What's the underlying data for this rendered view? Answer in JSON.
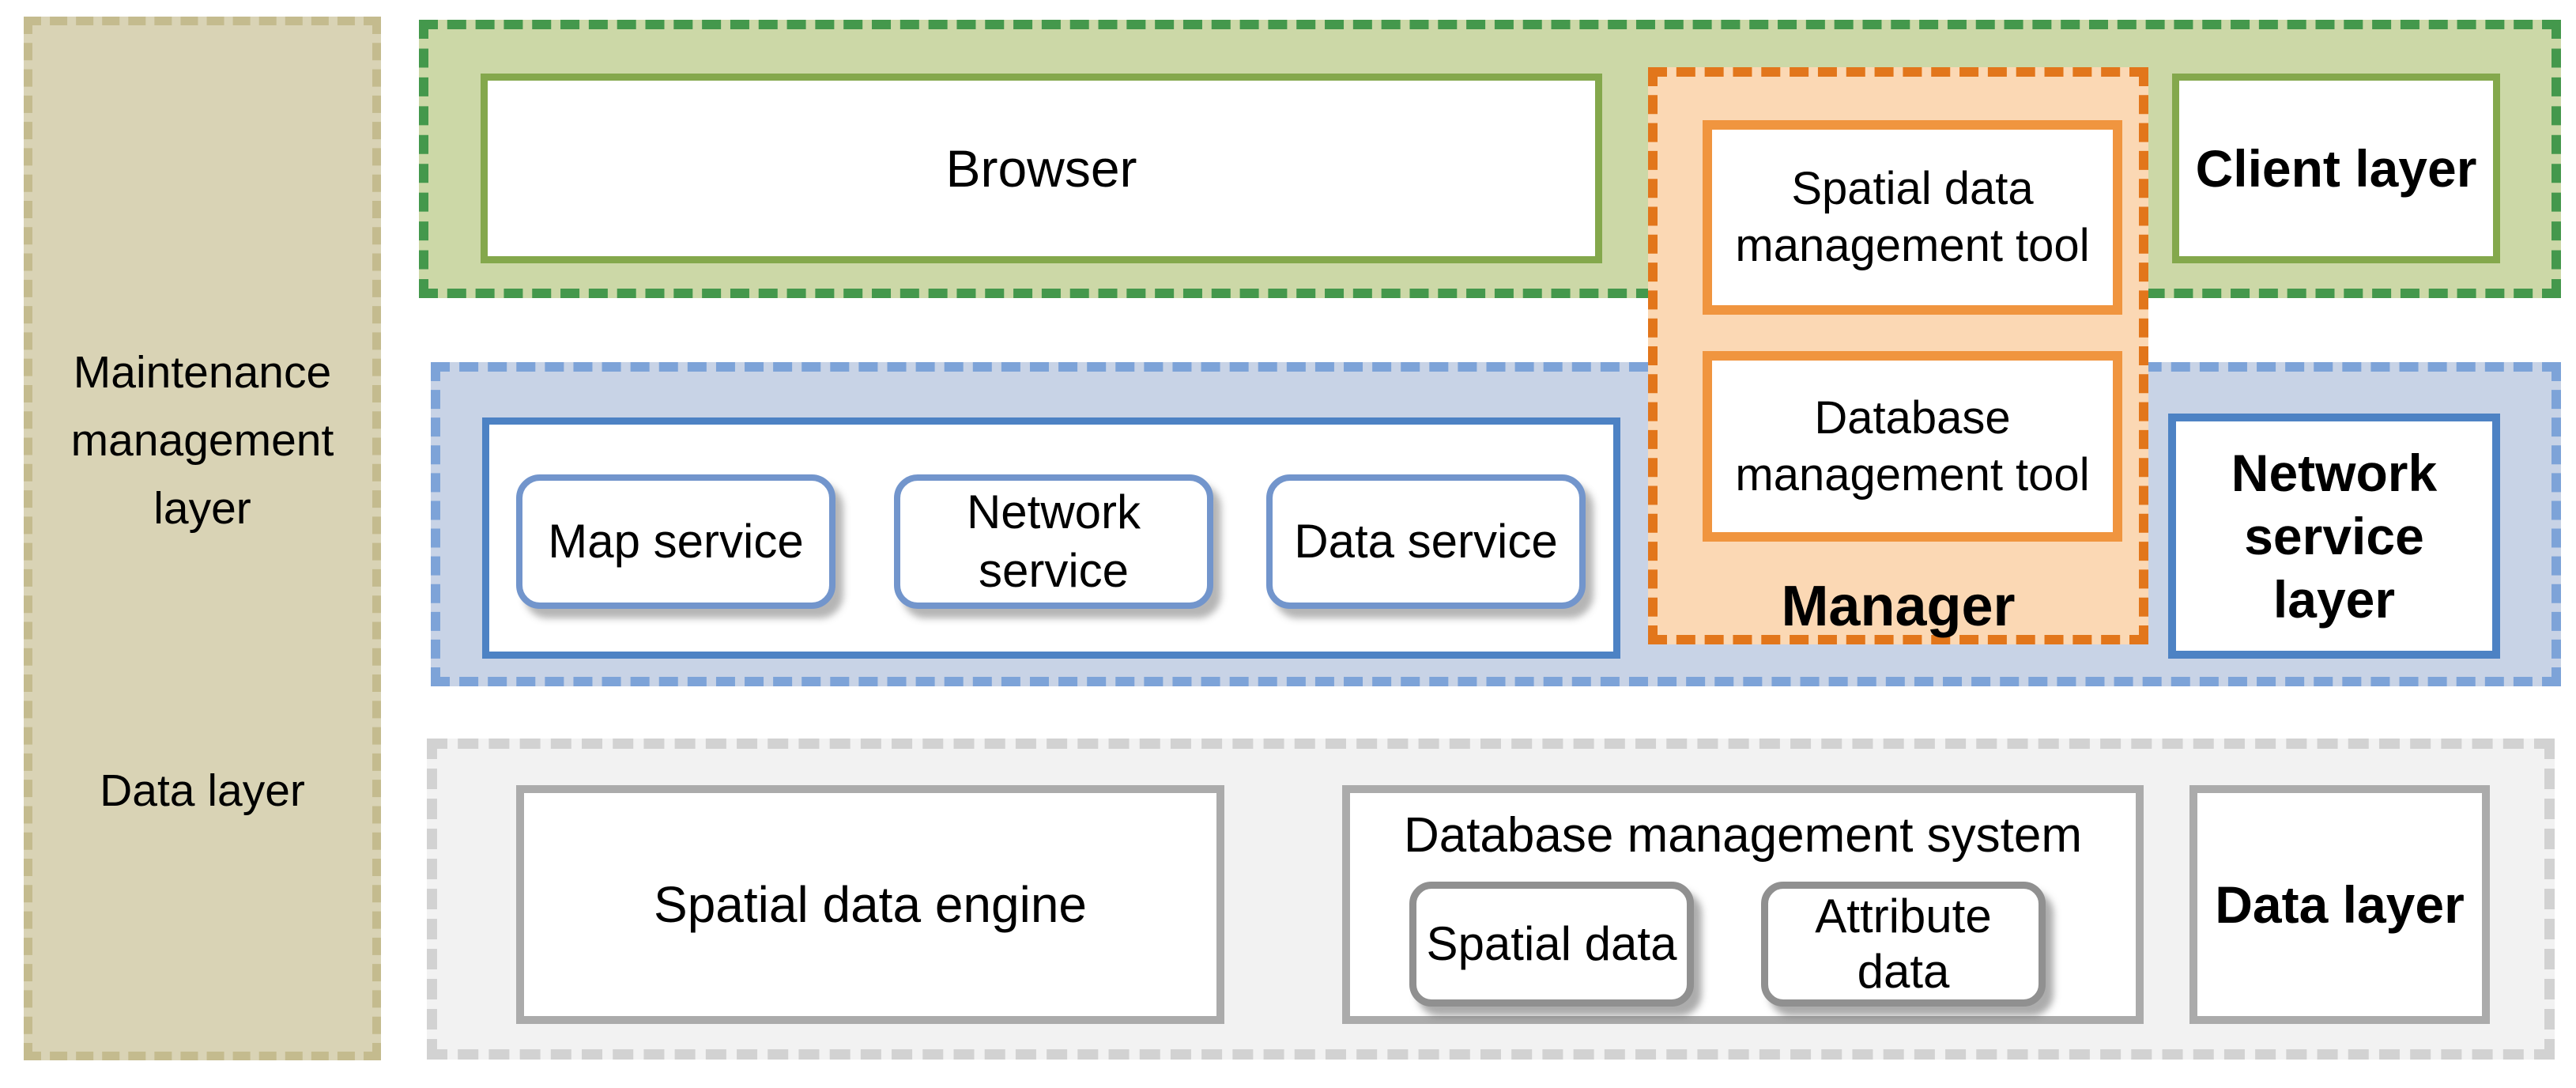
{
  "colors": {
    "maintenance_fill": "#d9d3b5",
    "maintenance_dash": "#c4bb8e",
    "client_fill": "#ccd8a7",
    "client_dash": "#44984c",
    "client_box_border": "#84a84c",
    "network_fill": "#c8d3e6",
    "network_dash": "#7da3d8",
    "network_box_border": "#4d82c4",
    "service_chip_border": "#7295cc",
    "manager_fill": "#fbd8b4",
    "manager_dash": "#e2761b",
    "manager_box_border": "#f0953f",
    "data_fill": "#f2f2f2",
    "data_dash": "#d2d2d2",
    "data_box_border": "#ababab",
    "text": "#000000"
  },
  "maintenance_column": {
    "label_top": "Maintenance management layer",
    "label_bottom": "Data layer"
  },
  "client_layer": {
    "browser_label": "Browser",
    "label": "Client layer"
  },
  "manager_group": {
    "tools": [
      "Spatial data management tool",
      "Database management tool"
    ],
    "label": "Manager"
  },
  "network_service_layer": {
    "services": [
      "Map service",
      "Network service",
      "Data service"
    ],
    "label": "Network service layer"
  },
  "data_layer": {
    "spatial_engine_label": "Spatial data engine",
    "dbms": {
      "title": "Database management system",
      "items": [
        "Spatial data",
        "Attribute data"
      ]
    },
    "label": "Data layer"
  }
}
